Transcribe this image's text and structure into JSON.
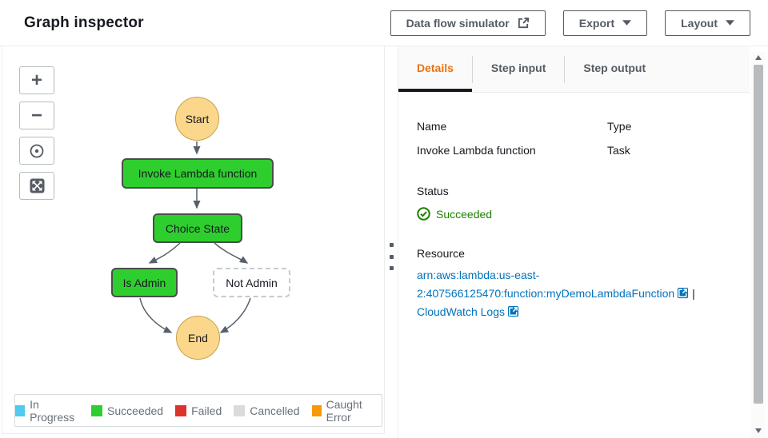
{
  "header": {
    "title": "Graph inspector",
    "buttons": [
      {
        "label": "Data flow simulator",
        "icon": "external-link-icon"
      },
      {
        "label": "Export",
        "icon": "caret-down-icon"
      },
      {
        "label": "Layout",
        "icon": "caret-down-icon"
      }
    ]
  },
  "graph": {
    "zoom_controls": [
      "zoom-in-icon",
      "zoom-out-icon",
      "center-view-icon",
      "fit-view-icon"
    ],
    "nodes": {
      "start": "Start",
      "invoke": "Invoke Lambda function",
      "choice": "Choice State",
      "is_admin": "Is Admin",
      "not_admin": "Not Admin",
      "end": "End"
    },
    "legend": [
      {
        "label": "In Progress",
        "color": "#4ECBEE"
      },
      {
        "label": "Succeeded",
        "color": "#2FCE2F"
      },
      {
        "label": "Failed",
        "color": "#DE322F"
      },
      {
        "label": "Cancelled",
        "color": "#DBDBDB"
      },
      {
        "label": "Caught Error",
        "color": "#F89A06"
      }
    ]
  },
  "details": {
    "tabs": [
      {
        "label": "Details"
      },
      {
        "label": "Step input"
      },
      {
        "label": "Step output"
      }
    ],
    "name_label": "Name",
    "name_value": "Invoke Lambda function",
    "type_label": "Type",
    "type_value": "Task",
    "status_label": "Status",
    "status_value": "Succeeded",
    "resource_label": "Resource",
    "arn_link": "arn:aws:lambda:us-east-2:407566125470:function:myDemoLambdaFunction",
    "link_separator": "|",
    "cloudwatch_link": "CloudWatch Logs"
  },
  "colors": {
    "accent_orange": "#EC7211",
    "link_blue": "#0073BB",
    "success_green": "#1D8102",
    "node_green": "#2FCE2F",
    "node_yellow": "#FBD78B",
    "tab_underline": "#16191F"
  }
}
